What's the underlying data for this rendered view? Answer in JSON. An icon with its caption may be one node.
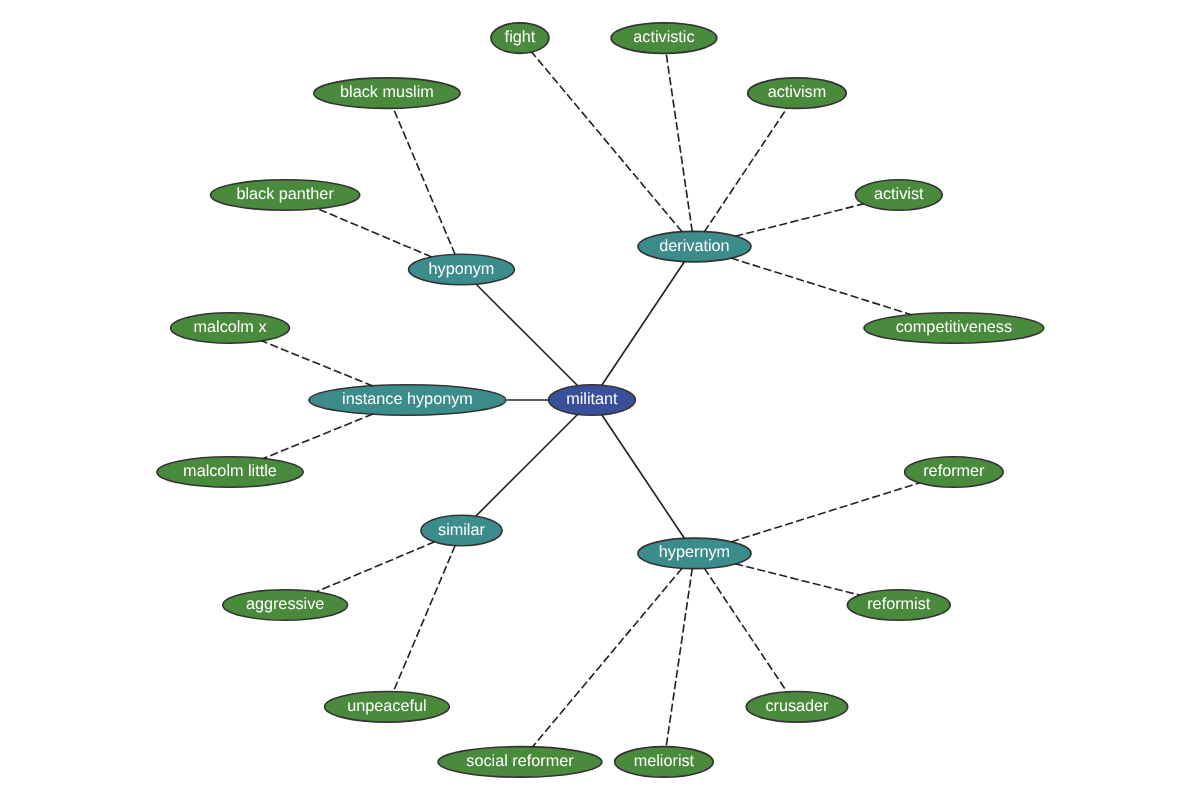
{
  "diagram": {
    "nodes": [
      {
        "text": [
          "militant"
        ]
      },
      {
        "text": [
          "derivation"
        ]
      },
      {
        "text": [
          "hyponym"
        ]
      },
      {
        "text": [
          "instance hyponym"
        ]
      },
      {
        "text": [
          "similar"
        ]
      },
      {
        "text": [
          "hypernym"
        ]
      },
      {
        "text": [
          "competitiveness"
        ]
      },
      {
        "text": [
          "activist"
        ]
      },
      {
        "text": [
          "activism"
        ]
      },
      {
        "text": [
          "activistic"
        ]
      },
      {
        "text": [
          "fight"
        ]
      },
      {
        "text": [
          "black muslim"
        ]
      },
      {
        "text": [
          "black panther"
        ]
      },
      {
        "text": [
          "malcolm x"
        ]
      },
      {
        "text": [
          "malcolm little"
        ]
      },
      {
        "text": [
          "aggressive"
        ]
      },
      {
        "text": [
          "unpeaceful"
        ]
      },
      {
        "text": [
          "social reformer"
        ]
      },
      {
        "text": [
          "meliorist"
        ]
      },
      {
        "text": [
          "crusader"
        ]
      },
      {
        "text": [
          "reformist"
        ]
      },
      {
        "text": [
          "reformer"
        ]
      }
    ],
    "edges": [
      {
        "from": 0,
        "to": 1,
        "arrow": "none"
      },
      {
        "from": 0,
        "to": 2,
        "arrow": "none"
      },
      {
        "from": 0,
        "to": 3,
        "arrow": "none"
      },
      {
        "from": 0,
        "to": 4,
        "arrow": "none"
      },
      {
        "from": 0,
        "to": 5,
        "arrow": "none"
      },
      {
        "from": 1,
        "to": 6,
        "arrow": "none",
        "style": "dashed"
      },
      {
        "from": 1,
        "to": 7,
        "arrow": "none",
        "style": "dashed"
      },
      {
        "from": 1,
        "to": 8,
        "arrow": "none",
        "style": "dashed"
      },
      {
        "from": 1,
        "to": 9,
        "arrow": "none",
        "style": "dashed"
      },
      {
        "from": 1,
        "to": 10,
        "arrow": "none",
        "style": "dashed"
      },
      {
        "from": 2,
        "to": 11,
        "arrow": "none",
        "style": "dashed"
      },
      {
        "from": 2,
        "to": 12,
        "arrow": "none",
        "style": "dashed"
      },
      {
        "from": 3,
        "to": 13,
        "arrow": "none",
        "style": "dashed"
      },
      {
        "from": 3,
        "to": 14,
        "arrow": "none",
        "style": "dashed"
      },
      {
        "from": 4,
        "to": 15,
        "arrow": "none",
        "style": "dashed"
      },
      {
        "from": 4,
        "to": 16,
        "arrow": "none",
        "style": "dashed"
      },
      {
        "from": 5,
        "to": 17,
        "arrow": "none",
        "style": "dashed"
      },
      {
        "from": 5,
        "to": 18,
        "arrow": "none",
        "style": "dashed"
      },
      {
        "from": 5,
        "to": 19,
        "arrow": "none",
        "style": "dashed"
      },
      {
        "from": 5,
        "to": 20,
        "arrow": "none",
        "style": "dashed"
      },
      {
        "from": 5,
        "to": 21,
        "arrow": "none",
        "style": "dashed"
      }
    ]
  }
}
